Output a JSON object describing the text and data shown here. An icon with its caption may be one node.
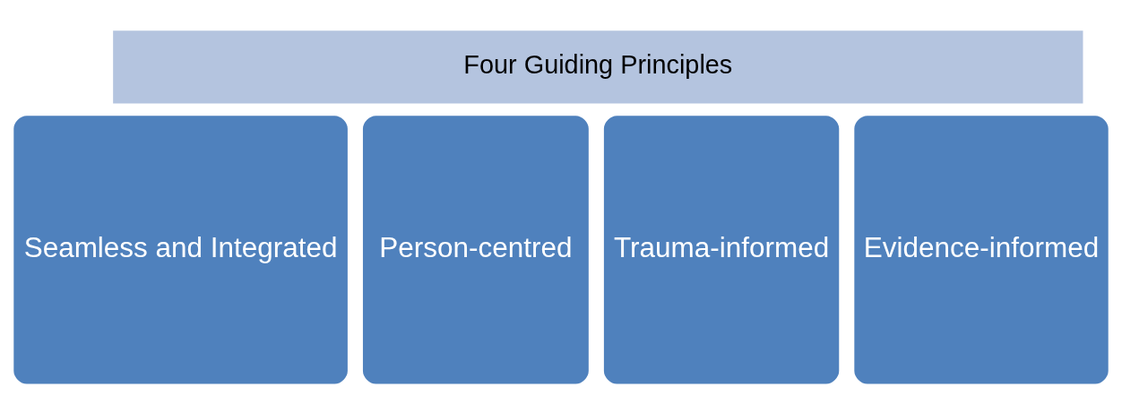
{
  "diagram": {
    "nodes": [
      {
        "text": [
          "Four Guiding Principles"
        ]
      },
      {
        "text": [
          "Seamless and Integrated"
        ]
      },
      {
        "text": [
          "Person-centred"
        ]
      },
      {
        "text": [
          "Trauma-informed"
        ]
      },
      {
        "text": [
          "Evidence-informed"
        ]
      }
    ]
  }
}
